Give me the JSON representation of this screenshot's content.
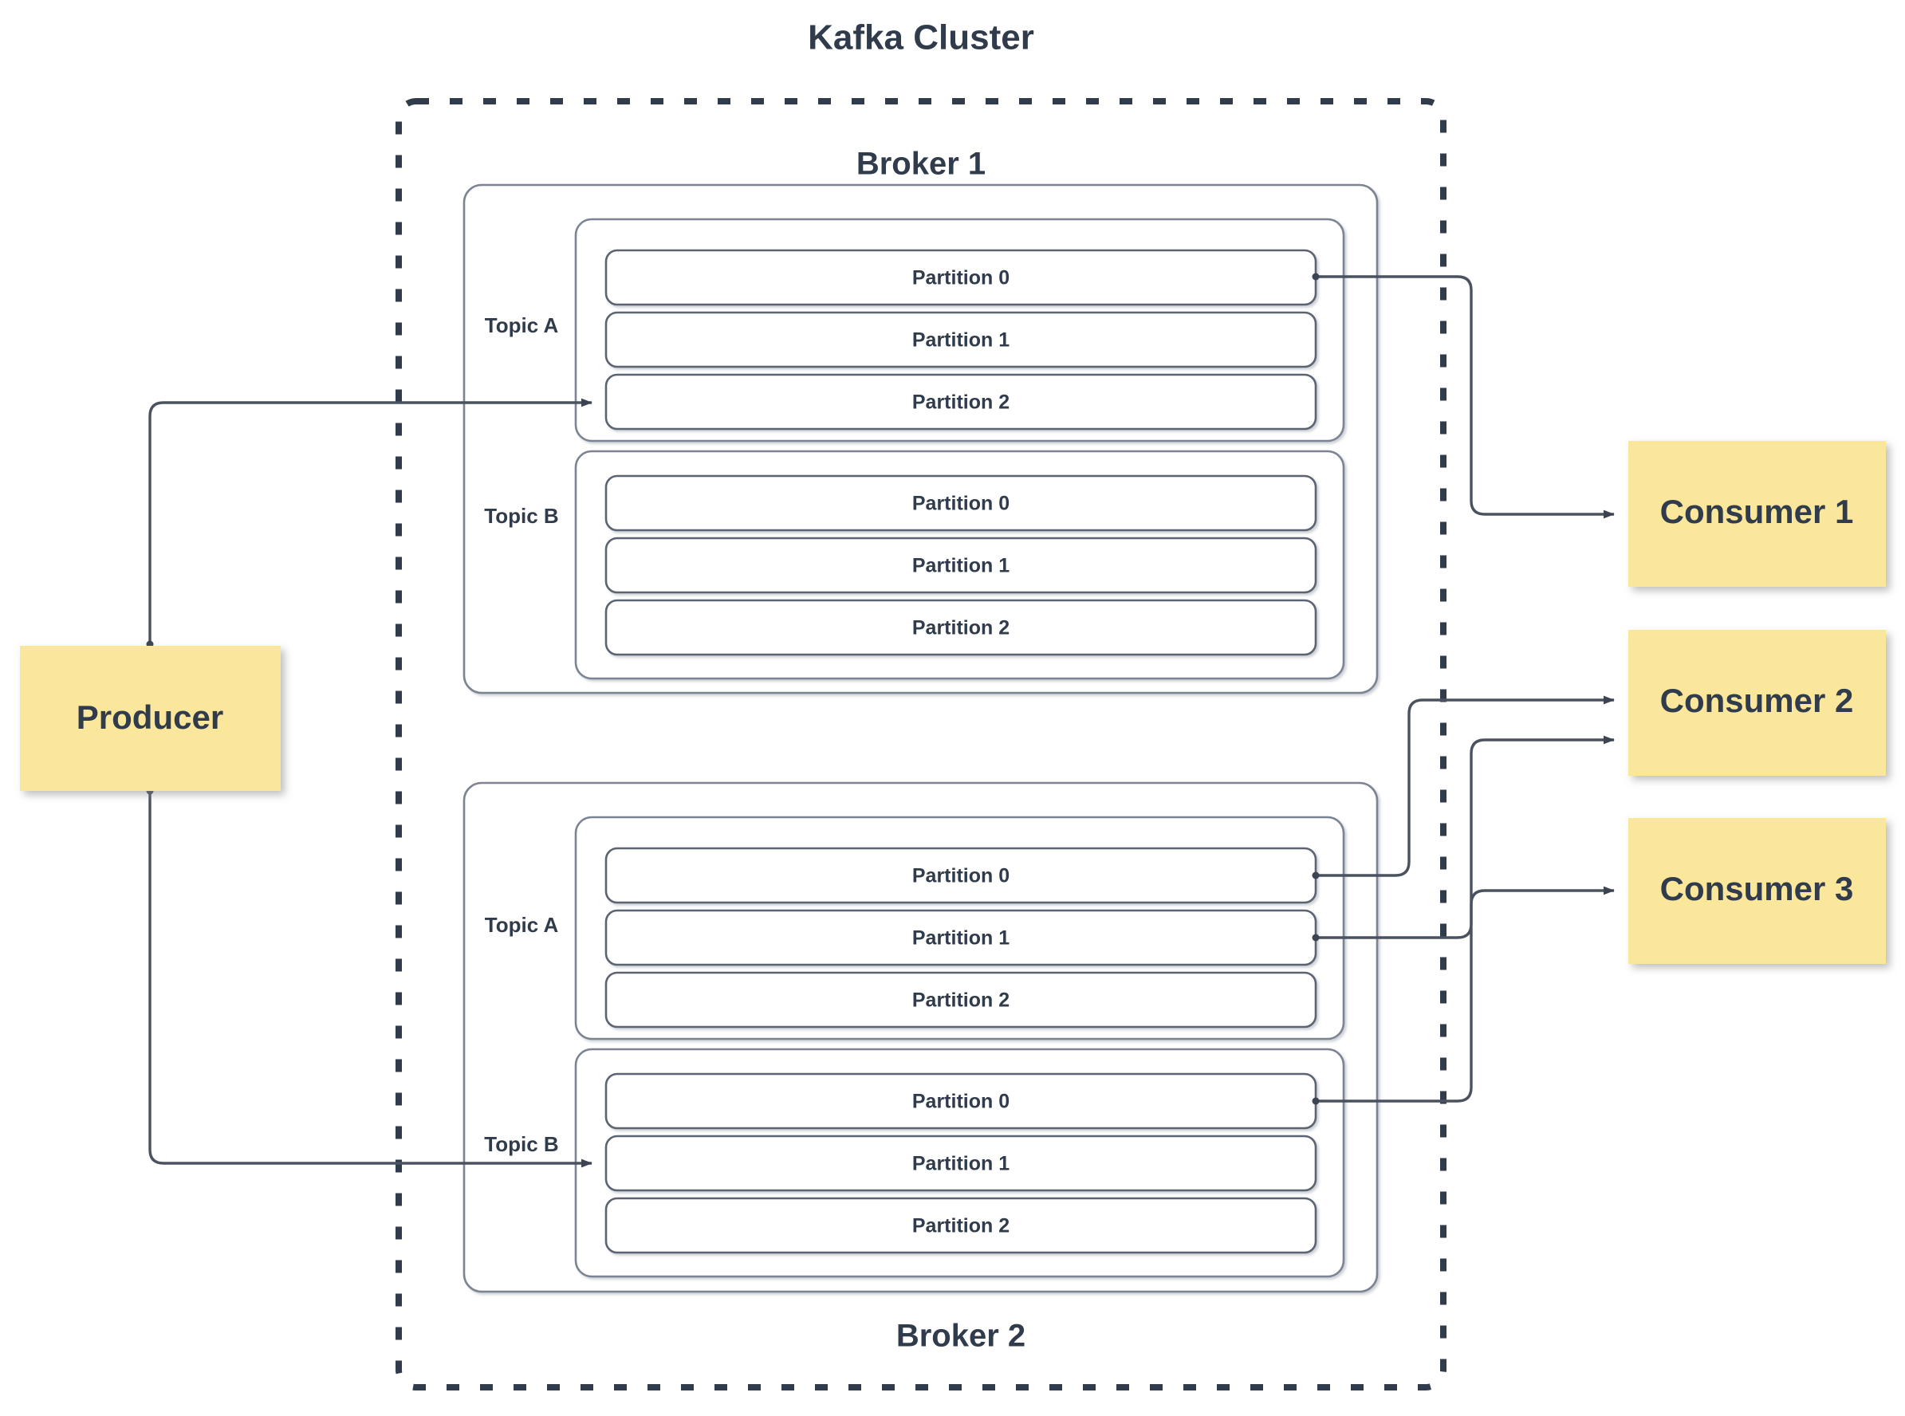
{
  "diagram": {
    "title": "Kafka Cluster",
    "accent_yellow": "#FBE79B",
    "line_color": "#4A5260",
    "text_color": "#303B4C",
    "border_color": "#7B8494"
  },
  "producer": {
    "label": "Producer"
  },
  "consumers": [
    {
      "label": "Consumer 1"
    },
    {
      "label": "Consumer 2"
    },
    {
      "label": "Consumer 3"
    }
  ],
  "brokers": [
    {
      "label": "Broker 1",
      "topics": [
        {
          "label": "Topic A",
          "partitions": [
            {
              "label": "Partition 0"
            },
            {
              "label": "Partition 1"
            },
            {
              "label": "Partition 2"
            }
          ]
        },
        {
          "label": "Topic B",
          "partitions": [
            {
              "label": "Partition 0"
            },
            {
              "label": "Partition 1"
            },
            {
              "label": "Partition 2"
            }
          ]
        }
      ]
    },
    {
      "label": "Broker 2",
      "topics": [
        {
          "label": "Topic A",
          "partitions": [
            {
              "label": "Partition 0"
            },
            {
              "label": "Partition 1"
            },
            {
              "label": "Partition 2"
            }
          ]
        },
        {
          "label": "Topic B",
          "partitions": [
            {
              "label": "Partition 0"
            },
            {
              "label": "Partition 1"
            },
            {
              "label": "Partition 2"
            }
          ]
        }
      ]
    }
  ]
}
